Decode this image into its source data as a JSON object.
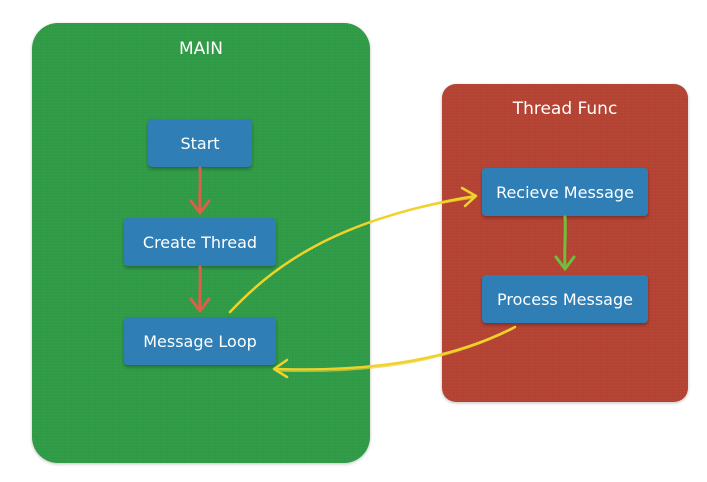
{
  "main_panel": {
    "title": "MAIN",
    "color": "#2e9a45",
    "boxes": {
      "start": "Start",
      "create_thread": "Create Thread",
      "message_loop": "Message Loop"
    }
  },
  "thread_panel": {
    "title": "Thread Func",
    "color": "#b44232",
    "boxes": {
      "receive": "Recieve Message",
      "process": "Process Message"
    }
  },
  "box_color": "#2f7fb6",
  "arrow_colors": {
    "main_flow": "#d9614a",
    "thread_flow": "#6fbf3a",
    "cross_flow": "#f0d22c"
  }
}
